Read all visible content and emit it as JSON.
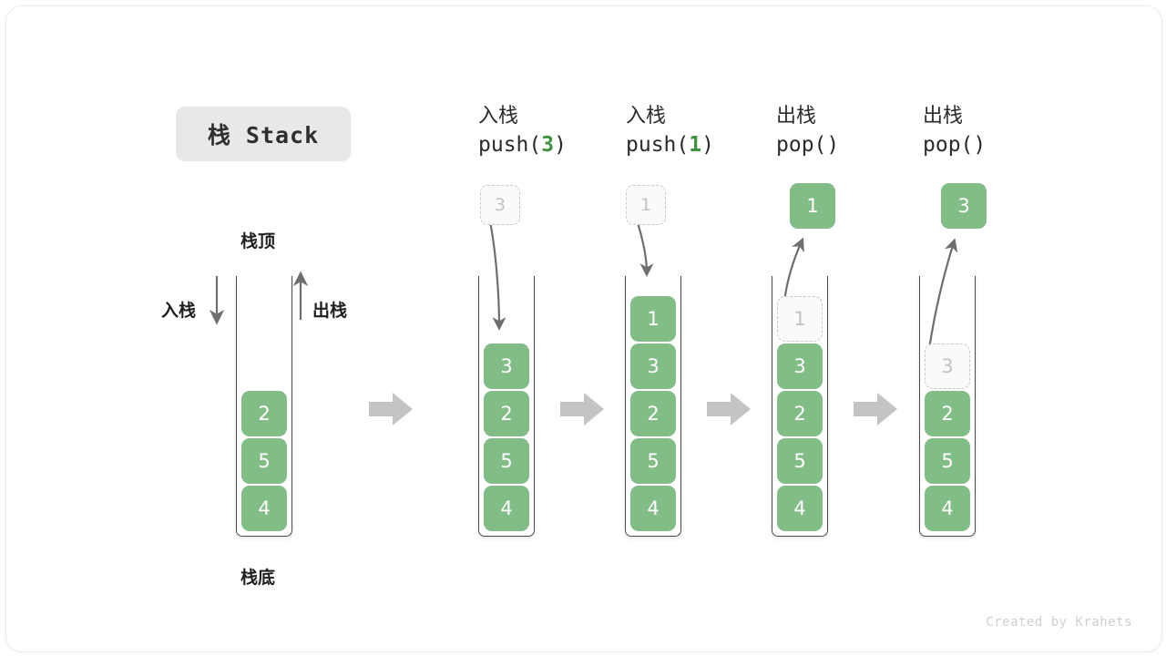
{
  "title": {
    "text": "栈 Stack"
  },
  "labels": {
    "top": "栈顶",
    "bottom": "栈底",
    "push_side": "入栈",
    "pop_side": "出栈"
  },
  "colors": {
    "element_green": "#82bd87",
    "arg_green": "#3d9140",
    "ghost_border": "#c9c9c9",
    "container_stroke": "#4a4a4a",
    "flow_arrow": "#c4c4c4",
    "badge_bg": "#e8e8e8"
  },
  "columns": [
    {
      "id": "initial",
      "head_cn": "",
      "head_code": "",
      "cells": [
        "2",
        "5",
        "4"
      ]
    },
    {
      "id": "push-3",
      "head_cn": "入栈",
      "head_code_prefix": "push(",
      "head_code_arg": "3",
      "head_code_suffix": ")",
      "incoming": "3",
      "cells": [
        "3",
        "2",
        "5",
        "4"
      ]
    },
    {
      "id": "push-1",
      "head_cn": "入栈",
      "head_code_prefix": "push(",
      "head_code_arg": "1",
      "head_code_suffix": ")",
      "incoming": "1",
      "cells": [
        "1",
        "3",
        "2",
        "5",
        "4"
      ]
    },
    {
      "id": "pop-1",
      "head_cn": "出栈",
      "head_code_prefix": "pop(",
      "head_code_arg": "",
      "head_code_suffix": ")",
      "outgoing": "1",
      "ghost": "1",
      "cells": [
        "3",
        "2",
        "5",
        "4"
      ]
    },
    {
      "id": "pop-3",
      "head_cn": "出栈",
      "head_code_prefix": "pop(",
      "head_code_arg": "",
      "head_code_suffix": ")",
      "outgoing": "3",
      "ghost": "3",
      "cells": [
        "2",
        "5",
        "4"
      ]
    }
  ],
  "footer": {
    "credit": "Created by Krahets"
  }
}
